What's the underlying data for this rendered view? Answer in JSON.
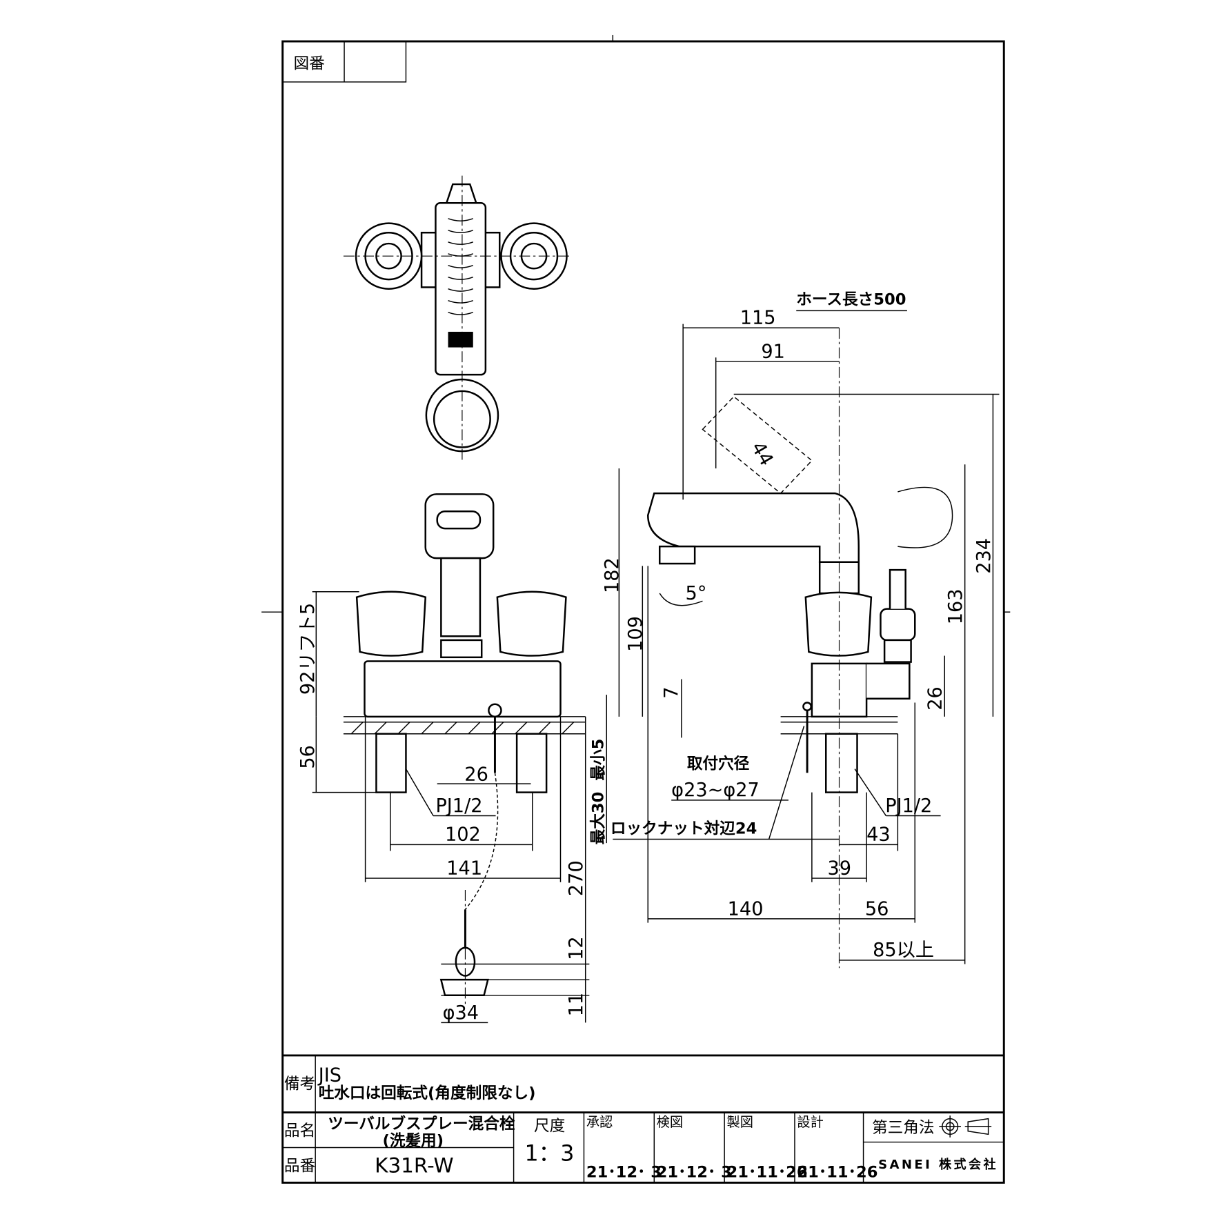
{
  "drawing_number_label": "図番",
  "top_note": "ホース長さ500",
  "dimensions": {
    "side_115": "115",
    "side_91": "91",
    "side_182": "182",
    "side_109": "109",
    "spray_angle": "5°",
    "spray_tilt": "44",
    "side_234": "234",
    "side_163": "163",
    "side_26": "26",
    "side_7": "7",
    "front_92_lift": "92リフト5",
    "front_56": "56",
    "front_26": "26",
    "front_pj_left": "PJ1/2",
    "front_102": "102",
    "front_141": "141",
    "min_5": "最小5",
    "max_30": "最大30",
    "chain_270": "270",
    "plug_12": "12",
    "plug_11": "11",
    "plug_dia": "φ34",
    "hole_label": "取付穴径",
    "hole_dia": "φ23~φ27",
    "locknut": "ロックナット対辺24",
    "side_pj": "PJ1/2",
    "side_43": "43",
    "side_39": "39",
    "side_140": "140",
    "side_56": "56",
    "side_85": "85以上"
  },
  "title_block": {
    "remarks_label": "備考",
    "remarks": [
      "JIS",
      "吐水口は回転式(角度制限なし)"
    ],
    "name_label": "品名",
    "name_line1": "ツーバルブスプレー混合栓",
    "name_line2": "(洗髪用)",
    "part_label": "品番",
    "part_number": "K31R-W",
    "scale_label": "尺度",
    "scale": "1：3",
    "approvals": [
      {
        "label": "承認",
        "date": "21･12･ 3"
      },
      {
        "label": "検図",
        "date": "21･12･ 3"
      },
      {
        "label": "製図",
        "date": "21･11･26"
      },
      {
        "label": "設計",
        "date": "21･11･26"
      }
    ],
    "projection": "第三角法",
    "company": "SANEI 株式会社"
  }
}
